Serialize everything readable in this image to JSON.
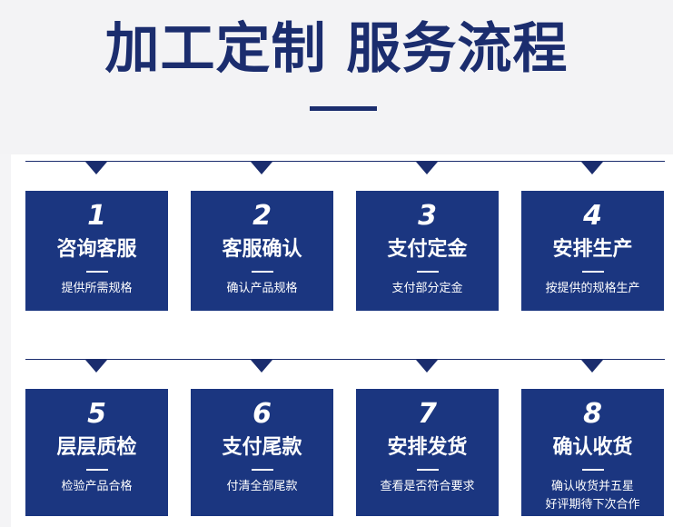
{
  "header": {
    "title": "加工定制  服务流程"
  },
  "steps": [
    {
      "number": "1",
      "title": "咨询客服",
      "desc": "提供所需规格"
    },
    {
      "number": "2",
      "title": "客服确认",
      "desc": "确认产品规格"
    },
    {
      "number": "3",
      "title": "支付定金",
      "desc": "支付部分定金"
    },
    {
      "number": "4",
      "title": "安排生产",
      "desc": "按提供的规格生产"
    },
    {
      "number": "5",
      "title": "层层质检",
      "desc": "检验产品合格"
    },
    {
      "number": "6",
      "title": "支付尾款",
      "desc": "付清全部尾款"
    },
    {
      "number": "7",
      "title": "安排发货",
      "desc": "查看是否符合要求"
    },
    {
      "number": "8",
      "title": "确认收货",
      "desc": "确认收货并五星\n好评期待下次合作"
    }
  ],
  "colors": {
    "brand": "#1b2d6e",
    "card": "#1b3680"
  }
}
